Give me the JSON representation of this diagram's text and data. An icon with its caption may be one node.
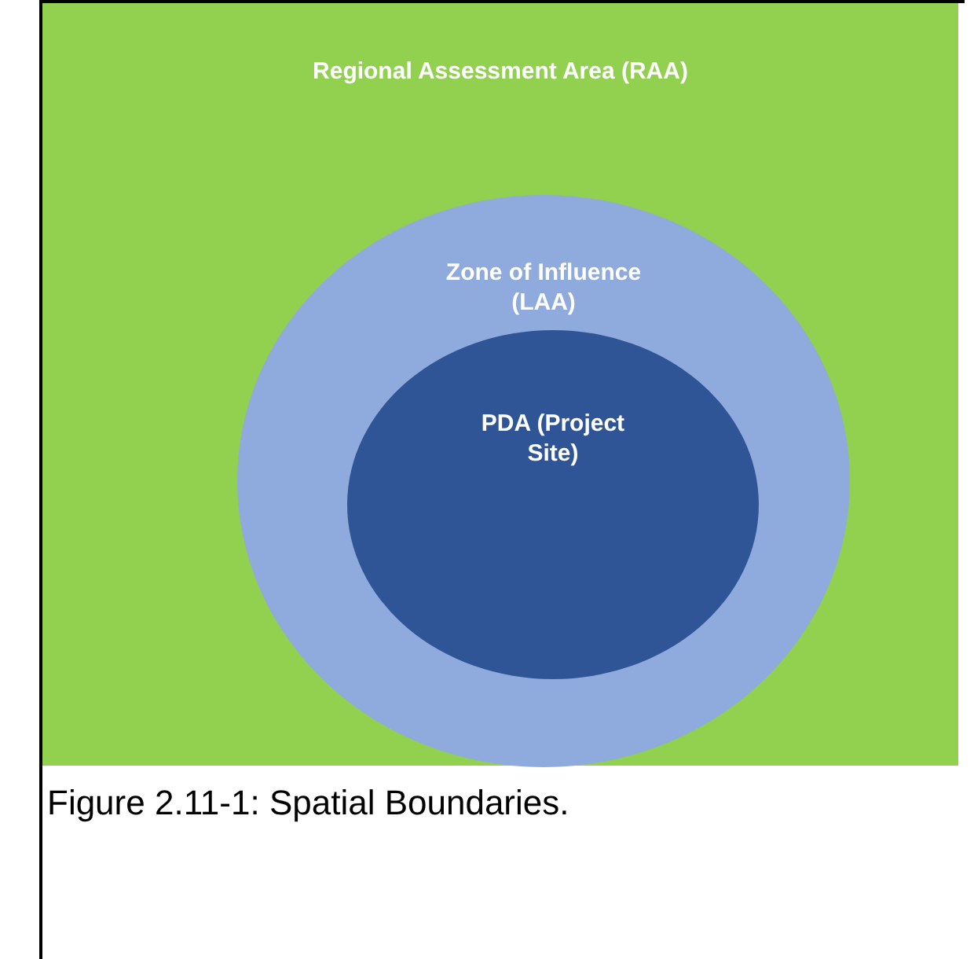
{
  "diagram": {
    "caption": "Figure 2.11-1: Spatial Boundaries.",
    "nodes": [
      {
        "text": [
          "Regional Assessment Area (RAA)"
        ]
      },
      {
        "text": [
          "Zone of Influence (LAA)"
        ],
        "in": 0
      },
      {
        "text": [
          "PDA (Project Site)"
        ],
        "in": 1
      }
    ]
  }
}
